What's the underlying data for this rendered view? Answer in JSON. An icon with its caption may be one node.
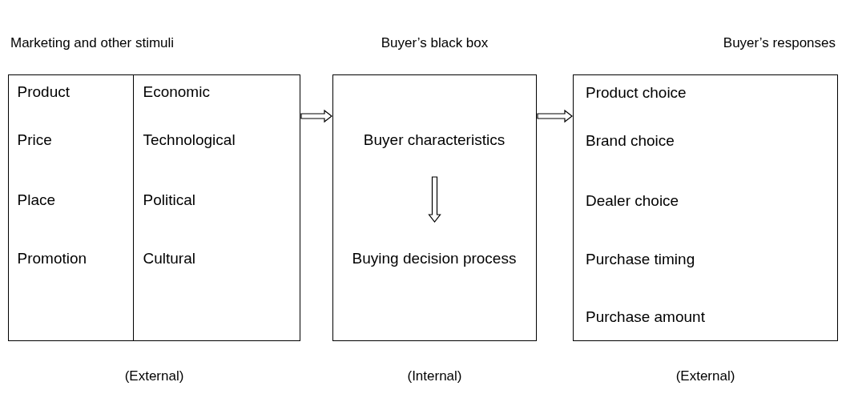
{
  "diagram": {
    "nodes": [
      {
        "text": [
          "Marketing and other stimuli"
        ],
        "beside": [
          "(External)"
        ]
      },
      {
        "text": [
          "Product",
          "Price",
          "Place",
          "Promotion"
        ],
        "in": 0
      },
      {
        "text": [
          "Economic",
          "Technological",
          "Political",
          "Cultural"
        ],
        "in": 0
      },
      {
        "text": [
          "Buyer’s black box"
        ],
        "beside": [
          "(Internal)"
        ]
      },
      {
        "text": [
          "Buyer characteristics"
        ],
        "in": 3
      },
      {
        "text": [
          "Buying decision process"
        ],
        "in": 3
      },
      {
        "text": [
          "Buyer’s responses",
          "Product choice",
          "Brand choice",
          "Dealer choice",
          "Purchase timing",
          "Purchase amount"
        ],
        "beside": [
          "(External)"
        ]
      }
    ],
    "edges": [
      {
        "from": 0,
        "to": 3,
        "arrow": "to"
      },
      {
        "from": 4,
        "to": 5,
        "arrow": "to"
      },
      {
        "from": 3,
        "to": 6,
        "arrow": "to"
      }
    ]
  }
}
